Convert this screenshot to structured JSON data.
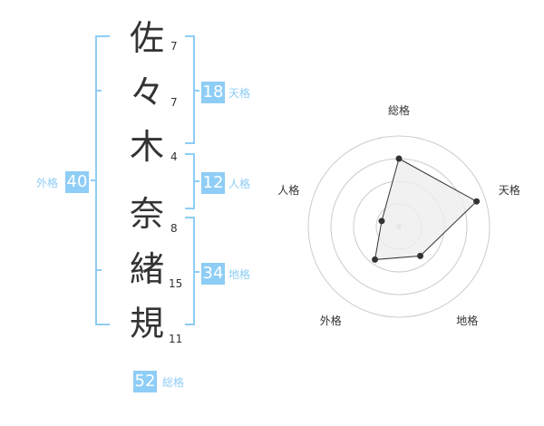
{
  "name": {
    "chars": [
      {
        "char": "佐",
        "strokes": "7"
      },
      {
        "char": "々",
        "strokes": "7"
      },
      {
        "char": "木",
        "strokes": "4"
      },
      {
        "char": "奈",
        "strokes": "8"
      },
      {
        "char": "緒",
        "strokes": "15"
      },
      {
        "char": "規",
        "strokes": "11"
      }
    ]
  },
  "kaku": {
    "tenkaku": {
      "value": "18",
      "label": "天格"
    },
    "jinkaku": {
      "value": "12",
      "label": "人格"
    },
    "chikaku": {
      "value": "34",
      "label": "地格"
    },
    "gaikaku": {
      "value": "40",
      "label": "外格"
    },
    "soukaku": {
      "value": "52",
      "label": "総格"
    }
  },
  "chart_data": {
    "type": "radar",
    "axes": [
      "総格",
      "天格",
      "地格",
      "外格",
      "人格"
    ],
    "values": [
      0.75,
      0.9,
      0.4,
      0.45,
      0.2
    ],
    "ylim": [
      0,
      1
    ],
    "rings": 4,
    "colors": {
      "ring": "#cccccc",
      "fill": "#eeeeee",
      "line": "#333333",
      "point": "#333333"
    }
  },
  "colors": {
    "accent": "#8ecdf6",
    "text": "#333333"
  }
}
